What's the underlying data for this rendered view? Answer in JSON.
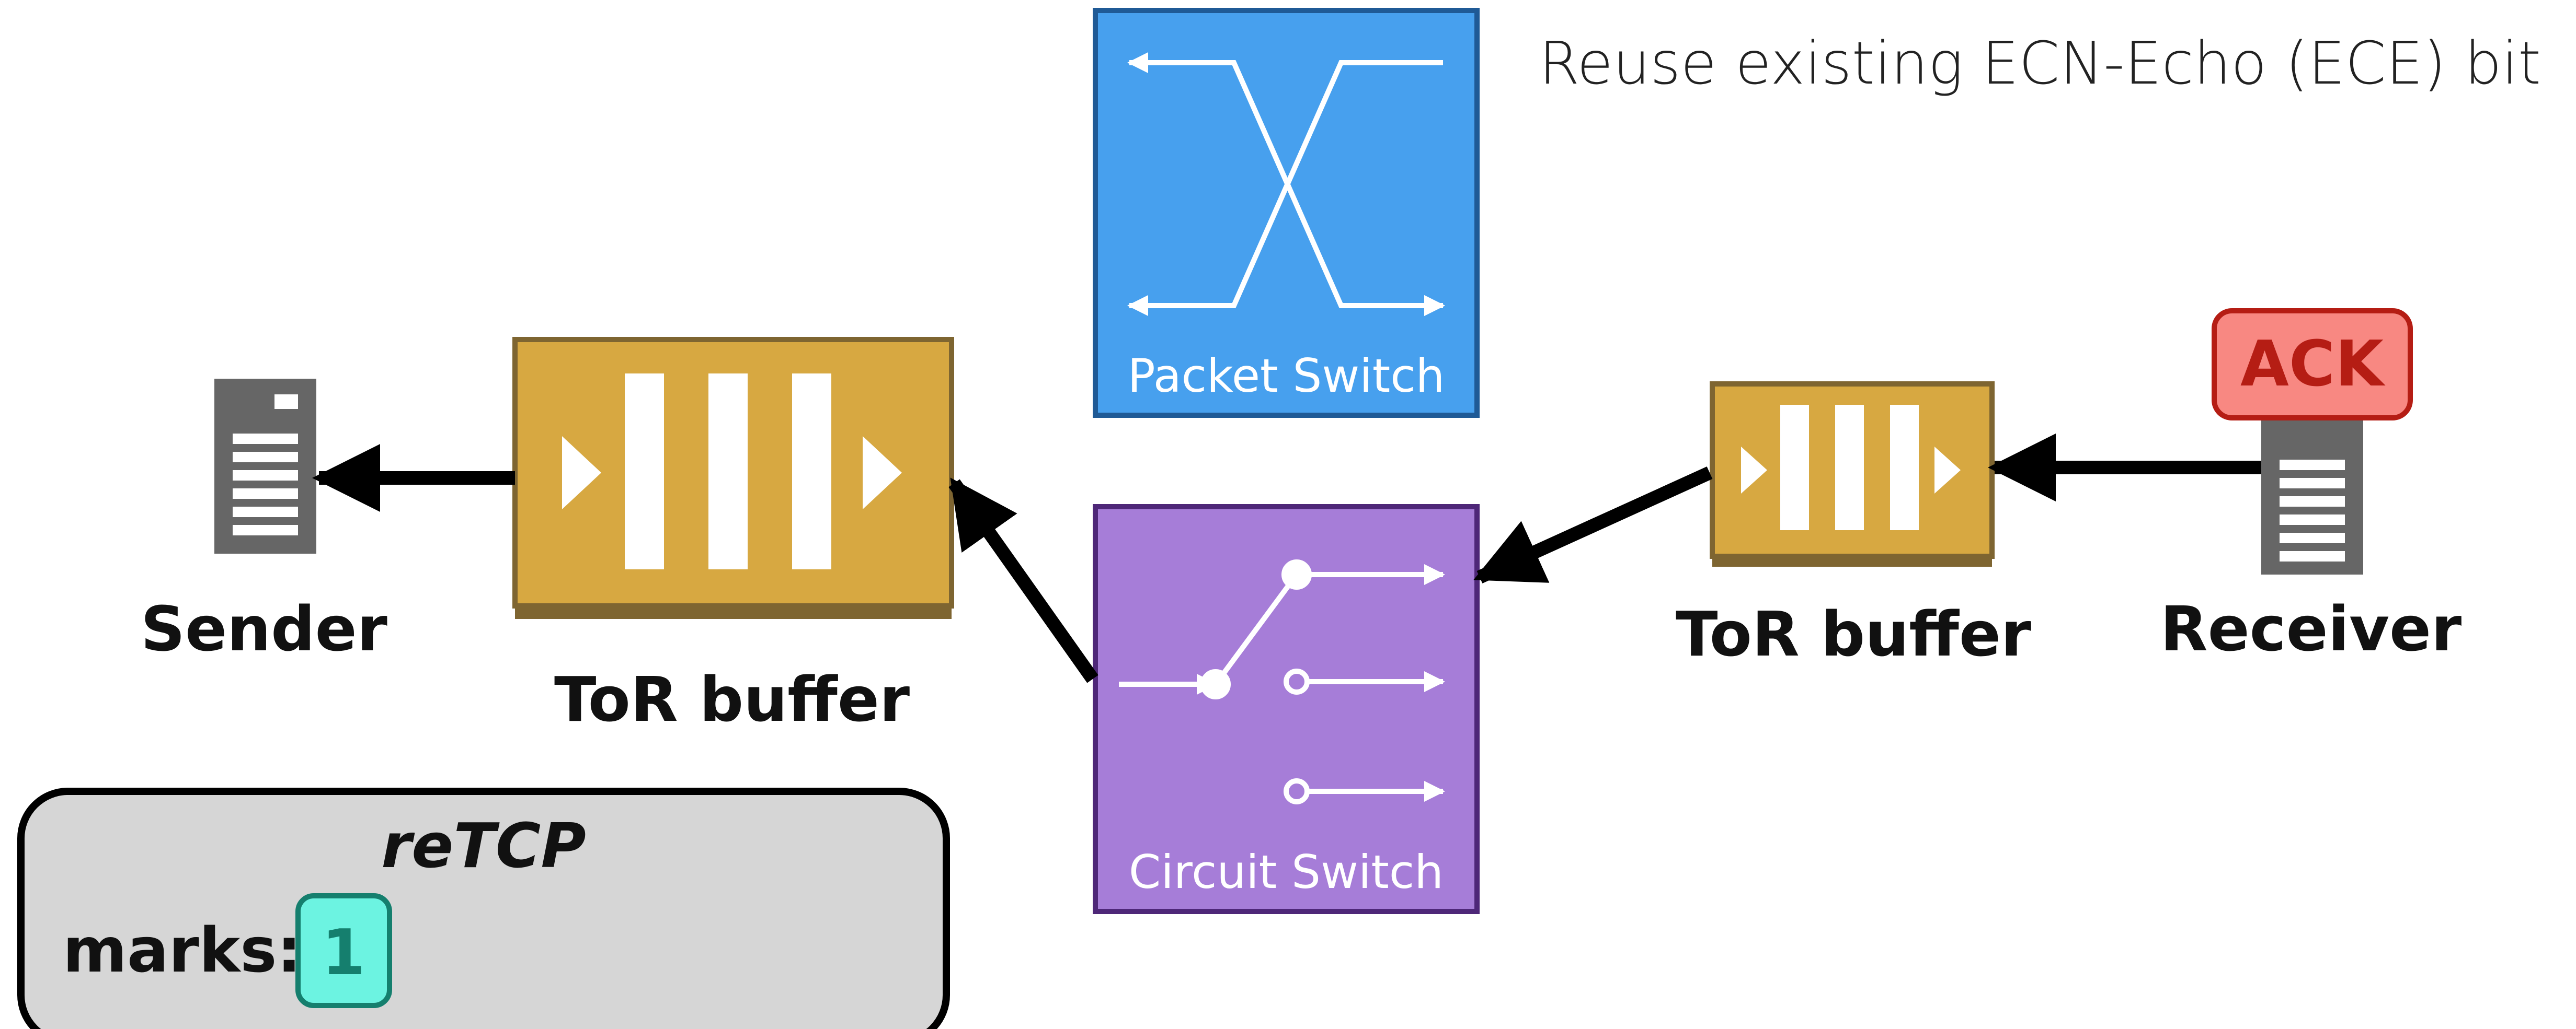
{
  "note": "Reuse existing ECN-Echo (ECE) bit",
  "packet_switch": {
    "label": "Packet Switch",
    "color": "#47A0EE",
    "border": "#1F5A96"
  },
  "circuit_switch": {
    "label": "Circuit Switch",
    "color": "#A67DD8",
    "border": "#4E2778"
  },
  "tor_buffer_left": {
    "label": "ToR buffer"
  },
  "tor_buffer_right": {
    "label": "ToR buffer"
  },
  "buffer_colors": {
    "fill": "#D7A841",
    "border": "#7E6531"
  },
  "sender": {
    "label": "Sender"
  },
  "receiver": {
    "label": "Receiver"
  },
  "ack": {
    "label": "ACK",
    "fill": "#F88882",
    "border": "#B51D14",
    "text": "#B51D14"
  },
  "retcp_box": {
    "title": "reTCP",
    "marks_label": "marks:",
    "mark_value": "1",
    "fill": "#D6D6D6",
    "badge_fill": "#6CF3E1",
    "badge_border": "#157F6E"
  }
}
